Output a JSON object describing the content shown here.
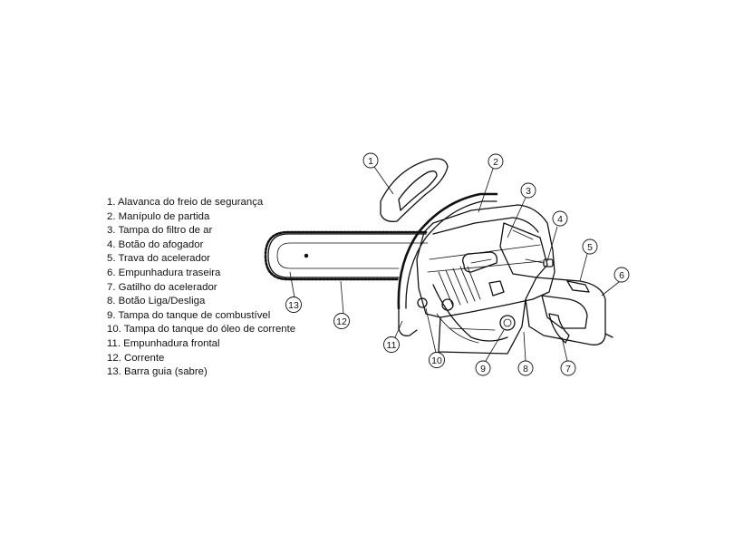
{
  "parts": [
    "1. Alavanca do freio de segurança",
    "2. Manípulo de partida",
    "3. Tampa do filtro de ar",
    "4. Botão do afogador",
    "5. Trava do acelerador",
    "6. Empunhadura traseira",
    "7. Gatilho do acelerador",
    "8. Botão Liga/Desliga",
    "9. Tampa do tanque de combustível",
    "10. Tampa do tanque do óleo de corrente",
    "11. Empunhadura frontal",
    "12. Corrente",
    "13. Barra guia (sabre)"
  ],
  "callouts": [
    "1",
    "2",
    "3",
    "4",
    "5",
    "6",
    "7",
    "8",
    "9",
    "10",
    "11",
    "12",
    "13"
  ]
}
